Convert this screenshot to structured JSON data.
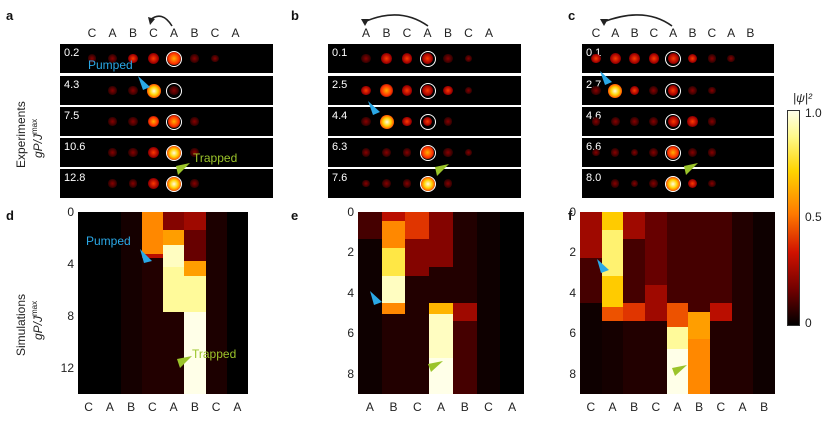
{
  "panels": {
    "a": {
      "letter": "a",
      "top_labels": [
        "C",
        "A",
        "B",
        "C",
        "A",
        "B",
        "C",
        "A"
      ],
      "strip_values": [
        "0.2",
        "4.3",
        "7.5",
        "10.6",
        "12.8"
      ]
    },
    "b": {
      "letter": "b",
      "top_labels": [
        "A",
        "B",
        "C",
        "A",
        "B",
        "C",
        "A"
      ],
      "strip_values": [
        "0.1",
        "2.5",
        "4.4",
        "6.3",
        "7.6"
      ]
    },
    "c": {
      "letter": "c",
      "top_labels": [
        "C",
        "A",
        "B",
        "C",
        "A",
        "B",
        "C",
        "A",
        "B"
      ],
      "strip_values": [
        "0.1",
        "2.7",
        "4.6",
        "6.6",
        "8.0"
      ]
    },
    "d": {
      "letter": "d",
      "bottom_labels": [
        "C",
        "A",
        "B",
        "C",
        "A",
        "B",
        "C",
        "A"
      ],
      "y_ticks": [
        "0",
        "4",
        "8",
        "12"
      ]
    },
    "e": {
      "letter": "e",
      "bottom_labels": [
        "A",
        "B",
        "C",
        "A",
        "B",
        "C",
        "A"
      ],
      "y_ticks": [
        "0",
        "2",
        "4",
        "6",
        "8"
      ]
    },
    "f": {
      "letter": "f",
      "bottom_labels": [
        "C",
        "A",
        "B",
        "C",
        "A",
        "B",
        "C",
        "A",
        "B"
      ],
      "y_ticks": [
        "0",
        "2",
        "4",
        "6",
        "8"
      ]
    }
  },
  "row_labels": {
    "experiments": "Experiments",
    "simulations": "Simulations",
    "axis_symbol": "gP/J",
    "axis_sup": "max"
  },
  "annotations": {
    "pumped_a": "Pumped",
    "trapped_a": "Trapped",
    "pumped_d": "Pumped",
    "trapped_d": "Trapped"
  },
  "colorbar": {
    "label": "|ψ|²",
    "ticks": [
      "1.0",
      "0.5",
      "0"
    ]
  },
  "colors": {
    "pumped": "#2aa8e6",
    "trapped": "#9bc42a"
  }
}
